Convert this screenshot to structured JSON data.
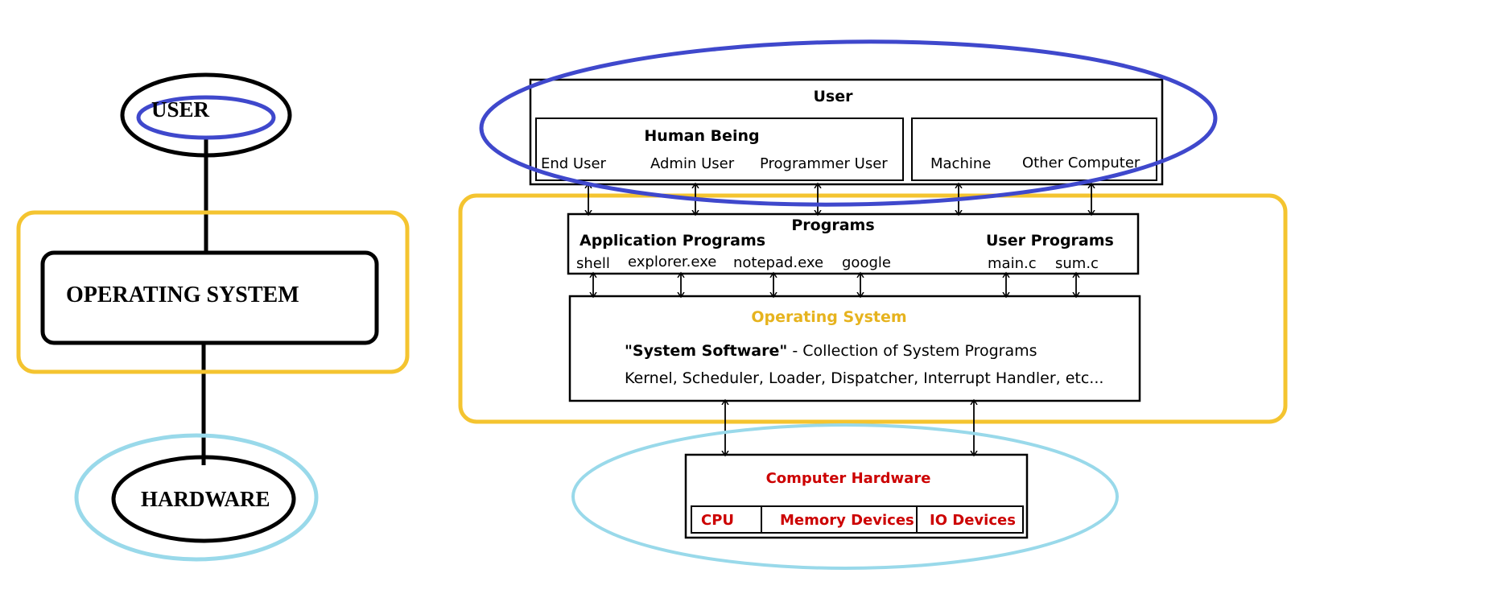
{
  "colors": {
    "black": "#000000",
    "user_blue": "#3f48cc",
    "os_yellow": "#f4c430",
    "hw_cyan": "#99d9ea",
    "hw_red": "#cc0000",
    "os_title_yellow": "#e6b31e"
  },
  "left": {
    "user": "USER",
    "os": "OPERATING SYSTEM",
    "hardware": "HARDWARE"
  },
  "right": {
    "user": {
      "title": "User",
      "human": {
        "title": "Human Being",
        "items": [
          "End User",
          "Admin User",
          "Programmer User"
        ]
      },
      "machine": [
        "Machine",
        "Other Computer"
      ]
    },
    "programs": {
      "title": "Programs",
      "app": {
        "title": "Application Programs",
        "items": [
          "shell",
          "explorer.exe",
          "notepad.exe",
          "google"
        ]
      },
      "user_programs": {
        "title": "User Programs",
        "items": [
          "main.c",
          "sum.c"
        ]
      }
    },
    "os": {
      "title": "Operating System",
      "software_bold": "\"System Software\"",
      "software_rest": " - Collection of System Programs",
      "components": "Kernel, Scheduler, Loader, Dispatcher, Interrupt Handler, etc..."
    },
    "hardware": {
      "title": "Computer Hardware",
      "items": [
        "CPU",
        "Memory Devices",
        "IO Devices"
      ]
    }
  }
}
